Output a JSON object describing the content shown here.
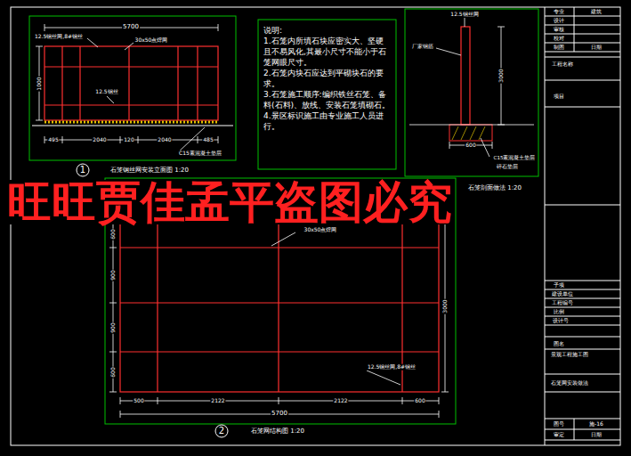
{
  "diagram": {
    "nodes": [
      {
        "text": [
          "说明:",
          "1.石笼内所填石块应密实大、坚硬且不易风化,其最小尺寸不能小于石笼网眼尺寸。",
          "2.石笼内块石应达到平砌块石的要求。",
          "3.石笼施工顺序:编织铁丝石笼、备料(石料)、放线、安装石笼填砌石。",
          "4.景区标识施工由专业施工人员进行。"
        ]
      },
      {
        "text": [
          "1"
        ]
      },
      {
        "text": [
          "2"
        ]
      }
    ],
    "labels": [
      "5700",
      "12.5钢丝网,8#钢丝",
      "30x50点焊网",
      "12.5钢丝",
      "1000",
      "495",
      "2040",
      "120",
      "2040",
      "485",
      "C15素混凝土垫层",
      "石笼钢丝网安装立面图 1:20",
      "12.5钢丝网",
      "厂家钢筋",
      "3000",
      "600",
      "C15素混凝土垫层",
      "碎石垫层",
      "石笼剖面做法 1:20",
      "旺旺贾佳孟平盗图必究",
      "30x50点焊网",
      "12.5钢丝网,8#钢丝",
      "600",
      "900",
      "900",
      "600",
      "3000",
      "500",
      "2122",
      "2122",
      "600",
      "5700",
      "石笼网结构图 1:20",
      "专业",
      "建筑",
      "设计",
      "审核",
      "校对",
      "制图",
      "日期",
      "工程名称",
      "项目",
      "子项",
      "建设单位",
      "工程编号",
      "比例",
      "设计号",
      "图名",
      "景观工程施工图",
      "石笼网安装做法",
      "图号",
      "施-16",
      "审定",
      "日期"
    ]
  }
}
